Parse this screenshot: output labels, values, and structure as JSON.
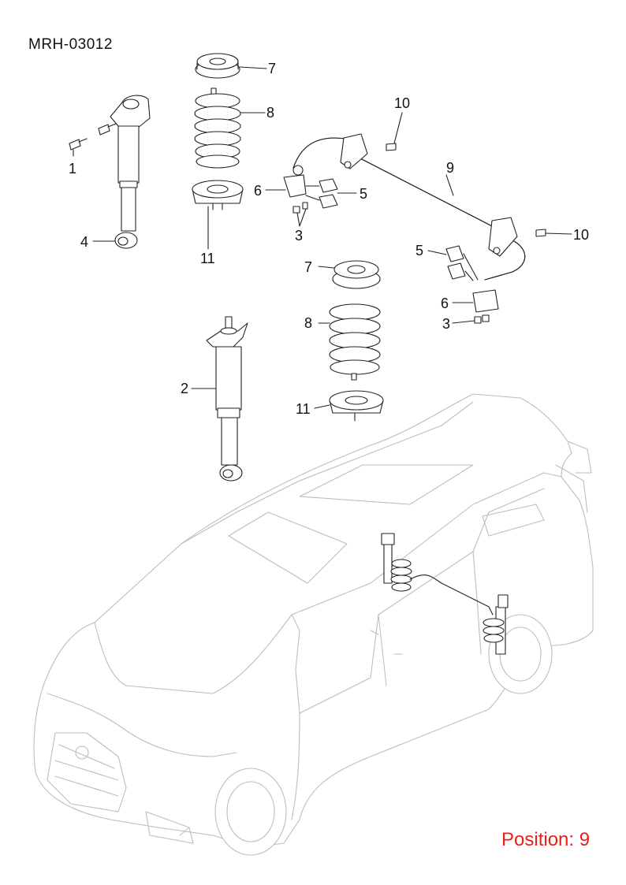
{
  "diagram_code": "MRH-03012",
  "position_label": "Position: 9",
  "callouts": {
    "c1": "1",
    "c2": "2",
    "c3a": "3",
    "c3b": "3",
    "c4": "4",
    "c5a": "5",
    "c5b": "5",
    "c6a": "6",
    "c6b": "6",
    "c7a": "7",
    "c7b": "7",
    "c8a": "8",
    "c8b": "8",
    "c9": "9",
    "c10a": "10",
    "c10b": "10",
    "c11a": "11",
    "c11b": "11"
  },
  "colors": {
    "position_label": "#e8201a",
    "line_art": "#222222",
    "vehicle_outline": "#bdbdbd"
  }
}
